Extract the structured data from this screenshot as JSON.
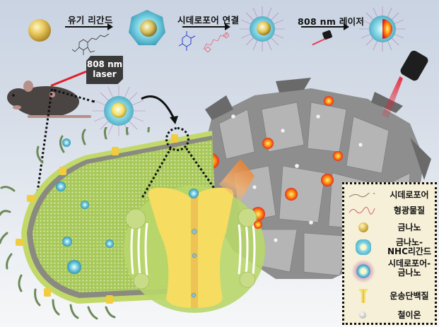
{
  "process_steps": [
    {
      "id": "gold-nanoparticle",
      "label": ""
    },
    {
      "id": "step1",
      "label": "유기 리간드"
    },
    {
      "id": "gold-nhc",
      "label": ""
    },
    {
      "id": "step2",
      "label": "시데로포어 연결"
    },
    {
      "id": "siderophore-gold",
      "label": ""
    },
    {
      "id": "step3",
      "label": "808 nm 레이저"
    },
    {
      "id": "heated-particle",
      "label": ""
    }
  ],
  "laser_box": {
    "line1": "808 nm",
    "line2": "laser"
  },
  "legend": {
    "items": [
      {
        "icon": "siderophore-line-icon",
        "label": "시데로포어"
      },
      {
        "icon": "fluorescent-line-icon",
        "label": "형광물질"
      },
      {
        "icon": "gold-nanoparticle-icon",
        "label": "금나노"
      },
      {
        "icon": "gold-nhc-icon",
        "label": "금나노-\nNHC리간드"
      },
      {
        "icon": "siderophore-gold-icon",
        "label": "시데로포어-\n금나노"
      },
      {
        "icon": "transport-protein-icon",
        "label": "운송단백질"
      },
      {
        "icon": "iron-ion-icon",
        "label": "철이온"
      }
    ]
  },
  "colors": {
    "gold": "#d8b24a",
    "cyan_shell": "#6ec9de",
    "bacteria_green": "#a8c85a",
    "protein_yellow": "#f4dc6a",
    "laser_red": "#e02030",
    "debris_gray": "#9a9a9a",
    "legend_bg": "#f6f0d8"
  }
}
